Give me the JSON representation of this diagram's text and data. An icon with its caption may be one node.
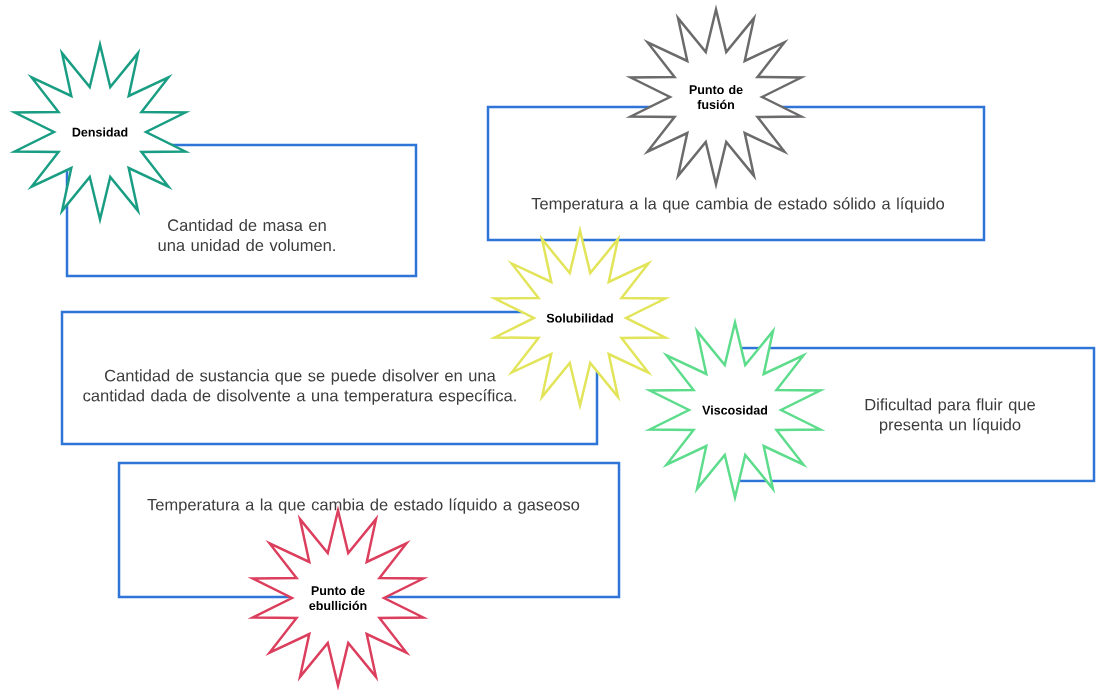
{
  "diagram": {
    "nodes": [
      {
        "text": [
          "Densidad"
        ]
      },
      {
        "text": [
          "Cantidad de masa en una unidad de volumen."
        ]
      },
      {
        "text": [
          "Punto de fusión"
        ]
      },
      {
        "text": [
          "Temperatura a la que cambia de estado sólido a líquido"
        ]
      },
      {
        "text": [
          "Solubilidad"
        ]
      },
      {
        "text": [
          "Cantidad de sustancia que se puede disolver en una cantidad dada de disolvente a una temperatura específica."
        ]
      },
      {
        "text": [
          "Viscosidad"
        ]
      },
      {
        "text": [
          "Dificultad para fluir que presenta un líquido"
        ]
      },
      {
        "text": [
          "Temperatura a la que cambia de estado líquido a gaseoso"
        ]
      },
      {
        "text": [
          "Punto de ebullición"
        ]
      }
    ]
  }
}
